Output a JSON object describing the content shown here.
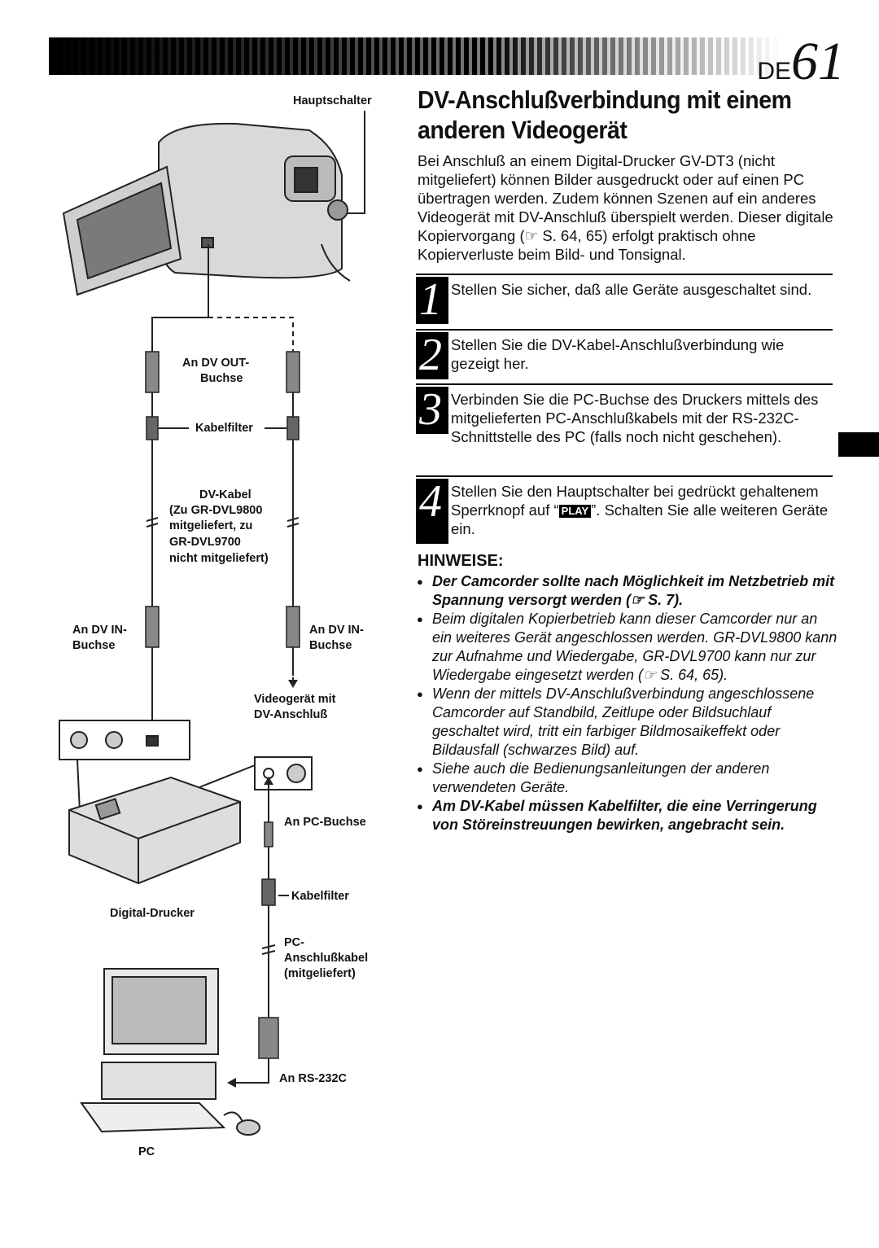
{
  "header": {
    "lang": "DE",
    "page": "61"
  },
  "title": "DV-Anschlußverbindung mit einem anderen Videogerät",
  "intro": "Bei Anschluß an einem Digital-Drucker GV-DT3 (nicht mitgeliefert) können Bilder ausgedruckt oder auf einen PC übertragen werden. Zudem können Szenen auf ein anderes Videogerät mit DV-Anschluß überspielt werden. Dieser digitale Kopiervorgang (☞ S. 64, 65) erfolgt praktisch ohne Kopierverluste beim Bild- und Tonsignal.",
  "steps": [
    {
      "num": "1",
      "text": "Stellen Sie sicher, daß alle Geräte ausgeschaltet sind."
    },
    {
      "num": "2",
      "text": "Stellen Sie die DV-Kabel-Anschlußverbindung wie gezeigt her."
    },
    {
      "num": "3",
      "text": "Verbinden Sie die PC-Buchse des Druckers mittels des mitgelieferten PC-Anschlußkabels mit der RS-232C-Schnittstelle des PC (falls noch nicht geschehen)."
    },
    {
      "num": "4",
      "text_a": "Stellen Sie den Hauptschalter bei gedrückt gehaltenem Sperrknopf auf “",
      "play": "PLAY",
      "text_b": "”. Schalten Sie alle weiteren Geräte ein."
    }
  ],
  "notes": {
    "heading": "HINWEISE:",
    "items": [
      "Der Camcorder sollte nach Möglichkeit im Netzbetrieb mit Spannung versorgt werden (☞ S. 7).",
      "Beim digitalen Kopierbetrieb kann dieser Camcorder nur an ein weiteres Gerät angeschlossen werden. GR-DVL9800 kann zur Aufnahme und Wiedergabe, GR-DVL9700 kann nur zur Wiedergabe eingesetzt werden (☞ S. 64, 65).",
      "Wenn der mittels DV-Anschlußverbindung angeschlossene Camcorder auf Standbild, Zeitlupe oder Bildsuchlauf geschaltet wird, tritt ein farbiger Bildmosaikeffekt oder Bildausfall (schwarzes Bild) auf.",
      "Siehe auch die Bedienungsanleitungen der anderen verwendeten Geräte.",
      "Am DV-Kabel müssen Kabelfilter, die eine Verringerung von Störeinstreuungen bewirken, angebracht sein."
    ]
  },
  "diagram": {
    "hauptschalter": "Hauptschalter",
    "dv_out": "An DV OUT-",
    "buchse": "Buchse",
    "kabelfilter": "Kabelfilter",
    "dv_kabel": "DV-Kabel",
    "zu": "(Zu GR-DVL9800",
    "mitgeliefert_zu": "mitgeliefert, zu",
    "dvl9700": "GR-DVL9700",
    "nicht_mitgeliefert": "nicht mitgeliefert)",
    "dv_in": "An DV IN-",
    "videogeraet_1": "Videogerät mit",
    "videogeraet_2": "DV-Anschluß",
    "pc_buchse": "An PC-Buchse",
    "digital_drucker": "Digital-Drucker",
    "pc_kabel_1": "PC-",
    "pc_kabel_2": "Anschlußkabel",
    "pc_kabel_3": "(mitgeliefert)",
    "rs232c": "An RS-232C",
    "pc": "PC"
  }
}
